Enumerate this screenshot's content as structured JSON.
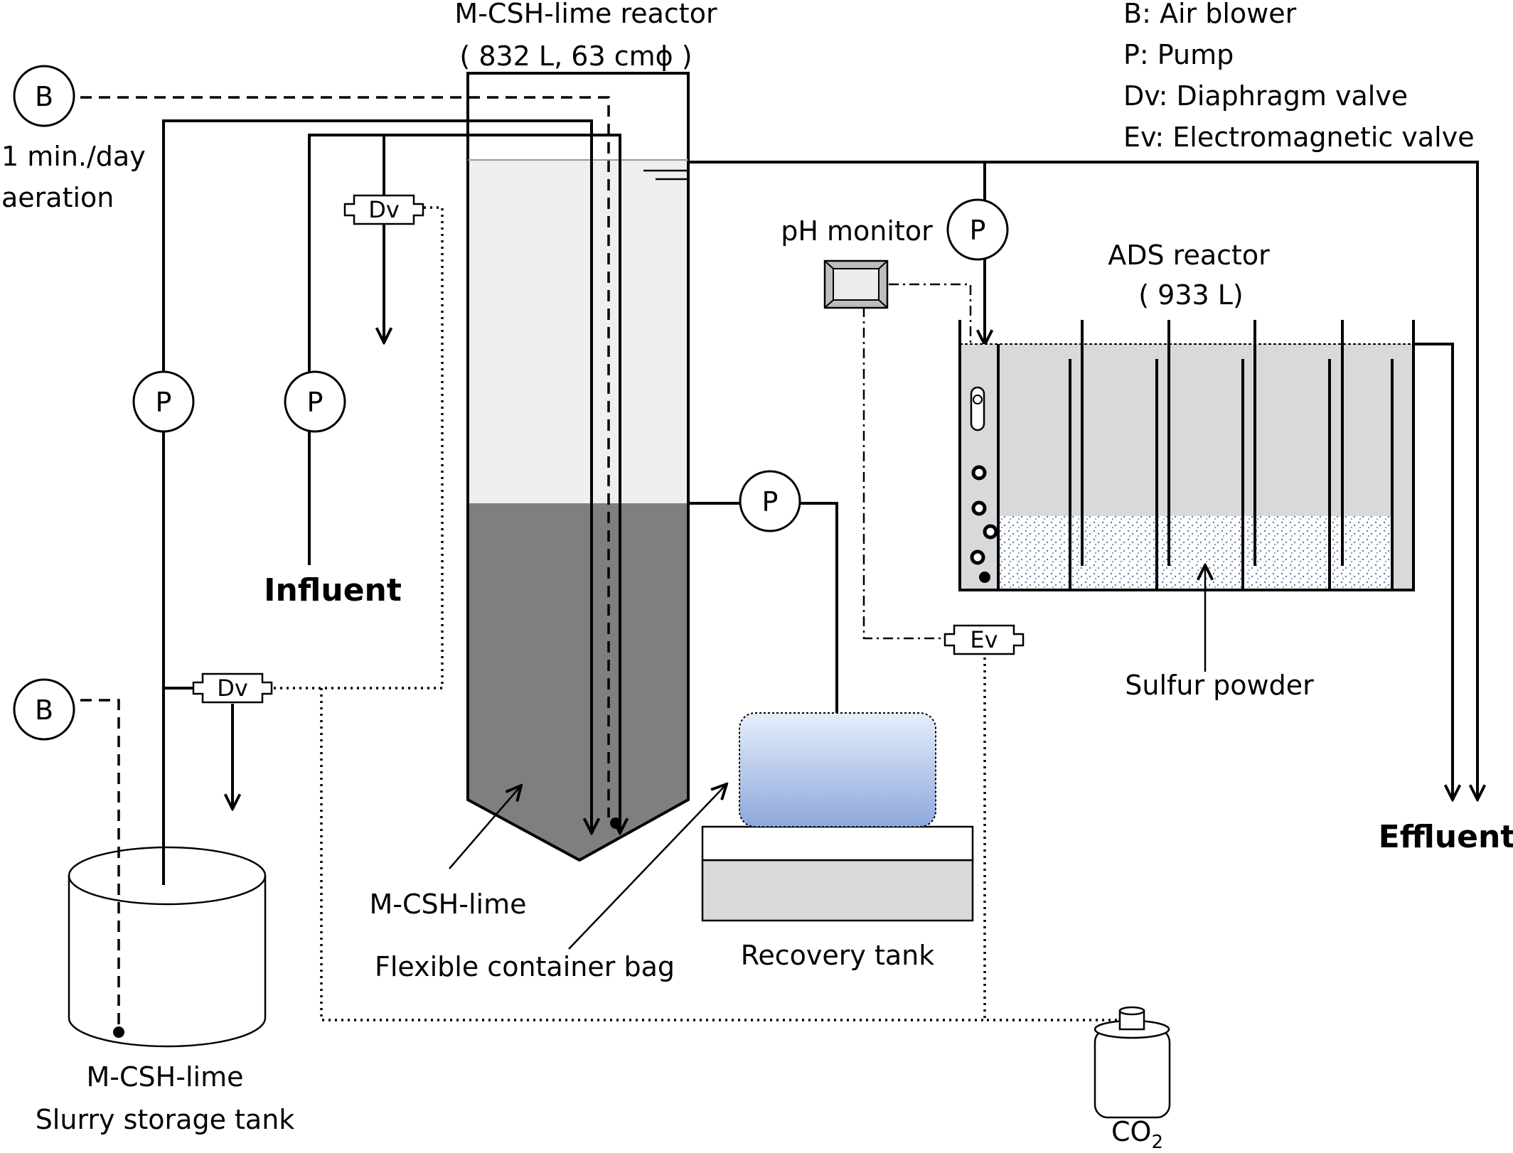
{
  "legend": {
    "b": "B:   Air blower",
    "p": "P:   Pump",
    "dv": "Dv: Diaphragm valve",
    "ev": "Ev: Electromagnetic valve"
  },
  "reactor": {
    "title": "M-CSH-lime reactor",
    "spec": "( 832 L, 63 cmϕ )",
    "fill_label": "M-CSH-lime"
  },
  "aeration": {
    "line1": "1 min./day",
    "line2": "aeration"
  },
  "symbols": {
    "blower": "B",
    "pump": "P",
    "diaphragm_valve": "Dv",
    "em_valve": "Ev"
  },
  "influent": "Influent",
  "effluent": "Effluent",
  "ph_monitor": "pH monitor",
  "ads": {
    "title": "ADS reactor",
    "spec": "( 933 L)",
    "sulfur": "Sulfur powder"
  },
  "bag": "Flexible container bag",
  "recovery": "Recovery tank",
  "storage": {
    "line1": "M-CSH-lime",
    "line2": "Slurry storage tank"
  },
  "co2": {
    "main": "CO",
    "sub": "2"
  },
  "colors": {
    "lime_sludge": "#7f7f7f",
    "supernatant": "#efefef",
    "ads_water": "#d9d9d9",
    "sulfur_dots": "#5b7fa6",
    "bag_top": "#e6eefb",
    "bag_bottom": "#8ea8dc",
    "tank_lower": "#d9d9d9"
  }
}
